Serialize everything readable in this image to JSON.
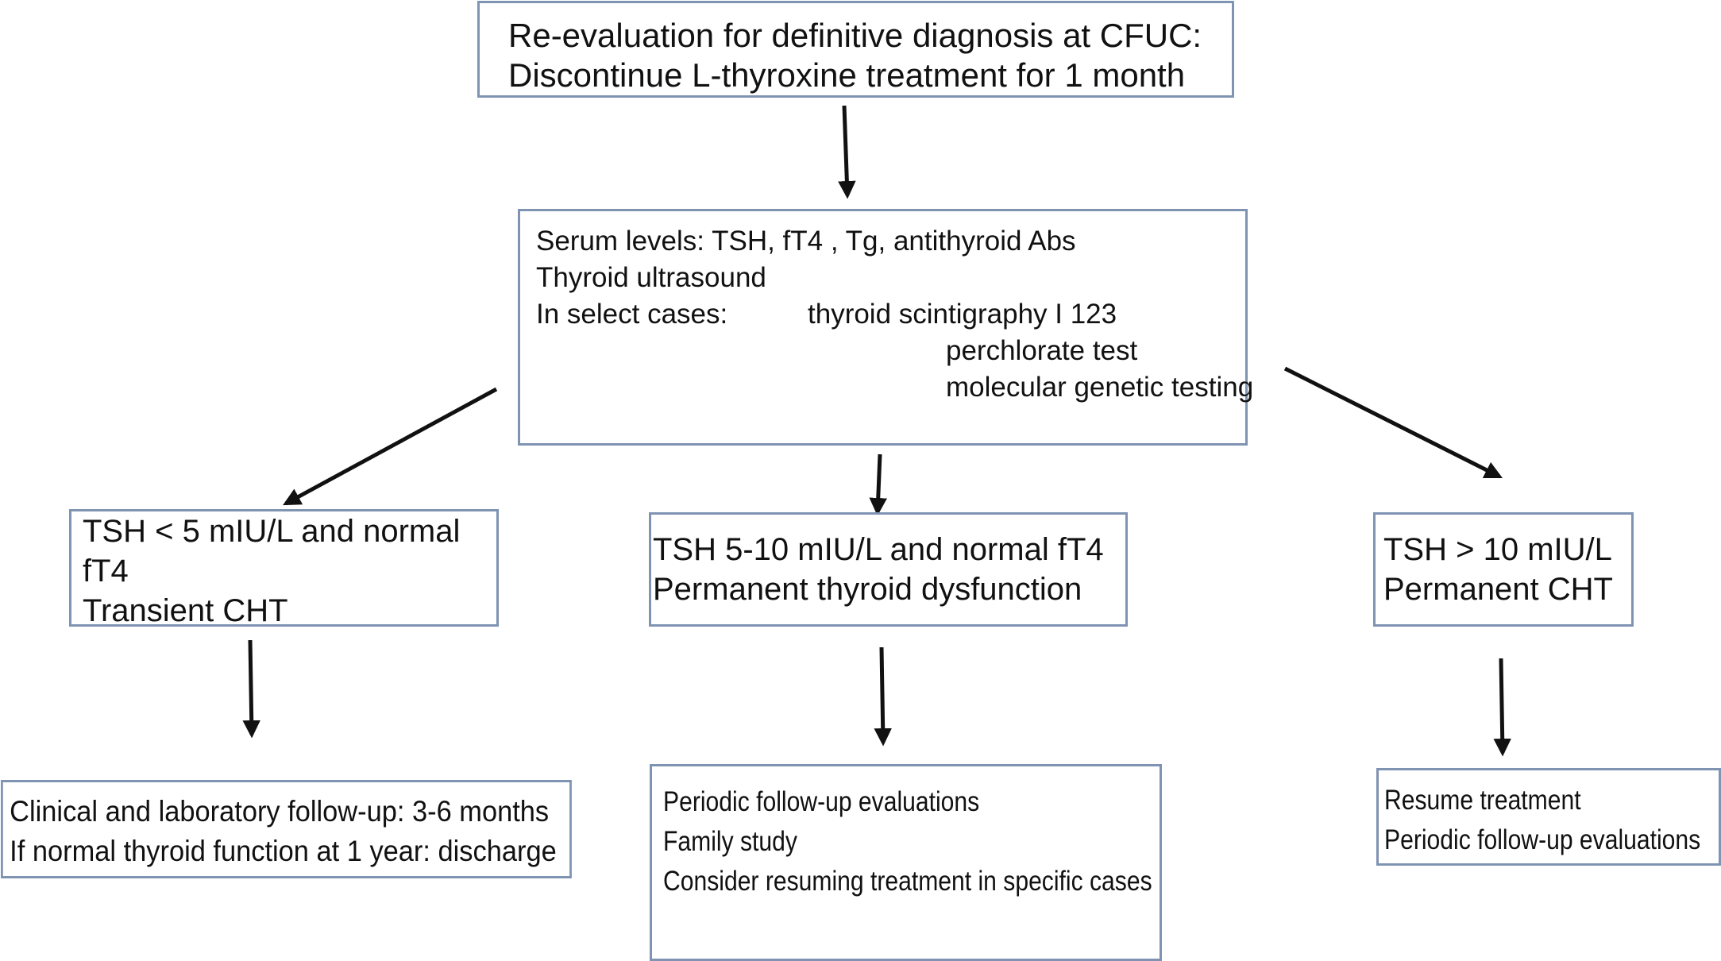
{
  "top_box": {
    "lines": [
      "Re-evaluation for definitive diagnosis at CFUC:",
      "Discontinue L-thyroxine treatment for 1 month"
    ]
  },
  "evaluation_box": {
    "line1": "Serum levels: TSH, fT4 , Tg, antithyroid Abs",
    "line2": "Thyroid ultrasound",
    "select_label": "In select cases:",
    "select_items": [
      "thyroid scintigraphy I 123",
      "perchlorate test",
      "molecular genetic testing"
    ]
  },
  "outcomes": {
    "left": {
      "lines": [
        "TSH < 5 mIU/L and normal",
        "fT4",
        "Transient CHT"
      ]
    },
    "middle": {
      "lines": [
        "TSH 5-10 mIU/L and normal fT4",
        "Permanent thyroid dysfunction"
      ]
    },
    "right": {
      "lines": [
        "TSH > 10 mIU/L",
        "Permanent CHT"
      ]
    }
  },
  "followups": {
    "left": {
      "lines": [
        "Clinical and laboratory follow-up: 3-6 months",
        "If normal thyroid function at 1 year: discharge"
      ]
    },
    "middle": {
      "lines": [
        "Periodic follow-up evaluations",
        "Family study",
        "Consider resuming treatment in specific cases"
      ]
    },
    "right": {
      "lines": [
        "Resume treatment",
        "Periodic follow-up evaluations"
      ]
    }
  }
}
